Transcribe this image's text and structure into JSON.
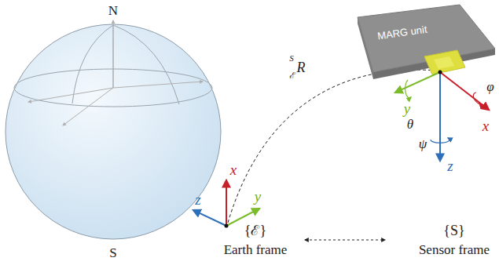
{
  "diagram": {
    "nodes": [
      {
        "text": [
          "MARG unit"
        ]
      }
    ],
    "labels": [
      "N",
      "S",
      "x",
      "y",
      "z",
      "S",
      "ℰ",
      "R",
      "x",
      "y",
      "z",
      "θ",
      "φ",
      "ψ",
      "{ℰ}",
      "Earth frame",
      "{S}",
      "Sensor frame"
    ]
  }
}
